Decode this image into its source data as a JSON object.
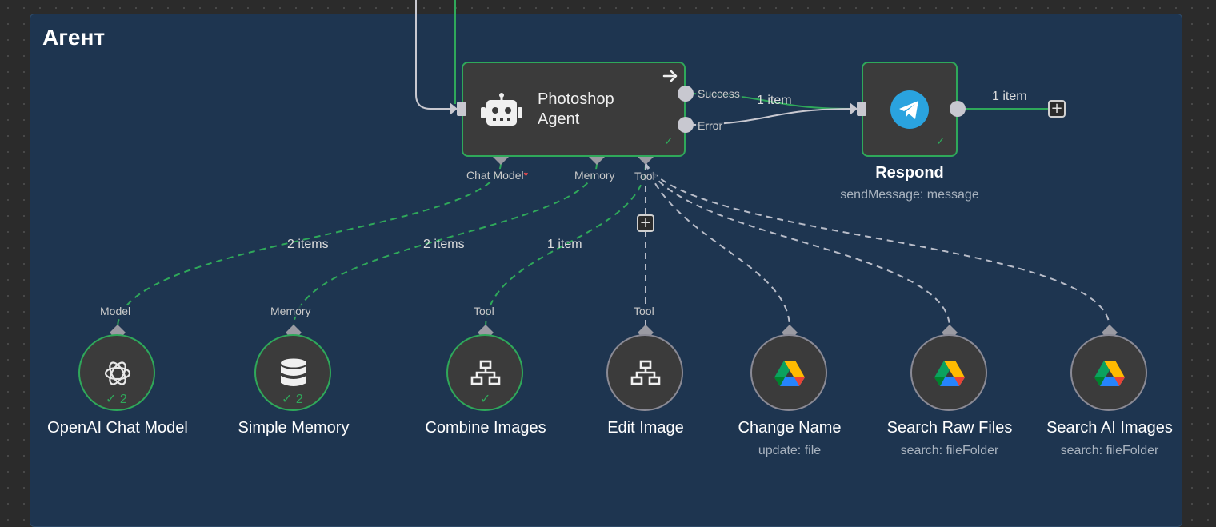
{
  "group": {
    "title": "Агент"
  },
  "agent": {
    "title_line1": "Photoshop",
    "title_line2": "Agent",
    "outputs": {
      "success": "Success",
      "error": "Error"
    },
    "inputs": {
      "chat_model": "Chat Model",
      "required_mark": "*",
      "memory": "Memory",
      "tool": "Tool"
    }
  },
  "respond": {
    "name": "Respond",
    "subtitle": "sendMessage: message",
    "output_items": "1 item"
  },
  "edges": {
    "success_items": "1 item",
    "model_items": "2 items",
    "memory_items": "2 items",
    "tool_items": "1 item"
  },
  "sub_nodes": [
    {
      "name": "OpenAI Chat Model",
      "handle": "Model",
      "badge": "✓ 2",
      "subtitle": "",
      "icon": "openai-icon",
      "status": "success"
    },
    {
      "name": "Simple Memory",
      "handle": "Memory",
      "badge": "✓ 2",
      "subtitle": "",
      "icon": "database-icon",
      "status": "success"
    },
    {
      "name": "Combine Images",
      "handle": "Tool",
      "badge": "✓",
      "subtitle": "",
      "icon": "workflow-icon",
      "status": "success"
    },
    {
      "name": "Edit Image",
      "handle": "Tool",
      "badge": "",
      "subtitle": "",
      "icon": "workflow-icon",
      "status": "idle"
    },
    {
      "name": "Change Name",
      "handle": "",
      "badge": "",
      "subtitle": "update: file",
      "icon": "google-drive-icon",
      "status": "idle"
    },
    {
      "name": "Search Raw Files",
      "handle": "",
      "badge": "",
      "subtitle": "search: fileFolder",
      "icon": "google-drive-icon",
      "status": "idle"
    },
    {
      "name": "Search AI Images",
      "handle": "",
      "badge": "",
      "subtitle": "search: fileFolder",
      "icon": "google-drive-icon",
      "status": "idle"
    }
  ],
  "colors": {
    "success": "#2fa85a",
    "node_bg": "#3b3b3b",
    "group_bg": "#1e3550",
    "telegram": "#2aa3df"
  }
}
